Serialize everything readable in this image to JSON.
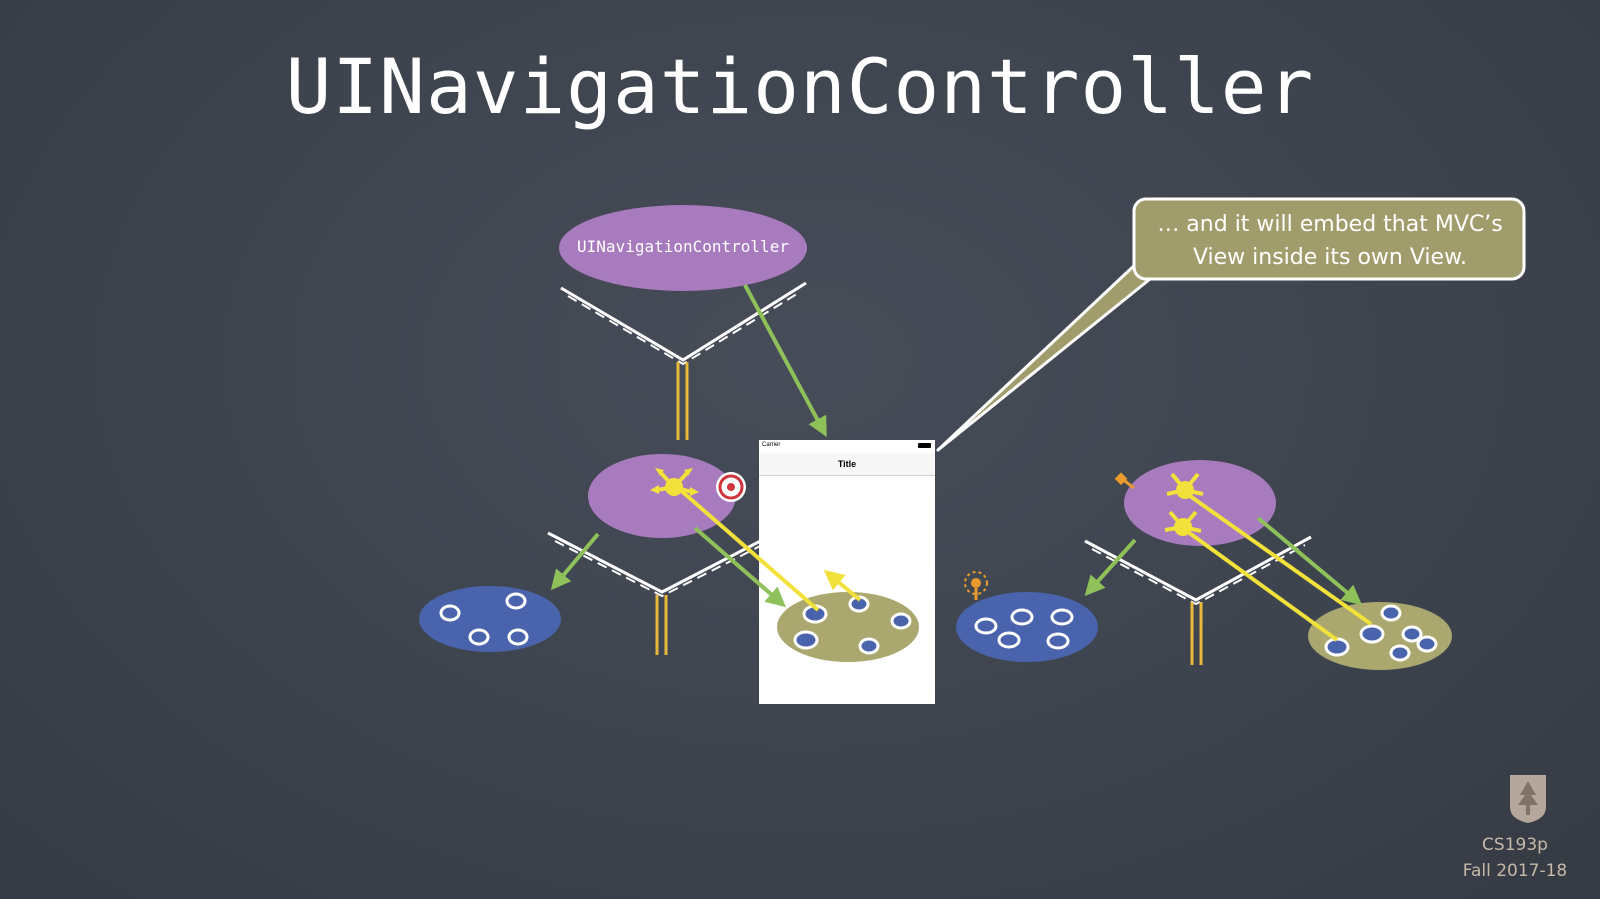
{
  "slide": {
    "title": "UINavigationController"
  },
  "diagram": {
    "root_controller_label": "UINavigationController",
    "callout": {
      "line1": "… and it will embed that MVC’s",
      "line2": "View inside its own View."
    },
    "phone": {
      "carrier": "Carrier",
      "nav_title": "Title"
    }
  },
  "footer": {
    "course": "CS193p",
    "term": "Fall  2017-18"
  },
  "colors": {
    "background": "#3f4550",
    "controller_purple": "#a77bbd",
    "view_blue": "#4a63ad",
    "model_olive": "#aaa86f",
    "arrow_green": "#8fc15a",
    "arrow_yellow": "#f2e13a",
    "callout_fill": "#a19c6c"
  }
}
